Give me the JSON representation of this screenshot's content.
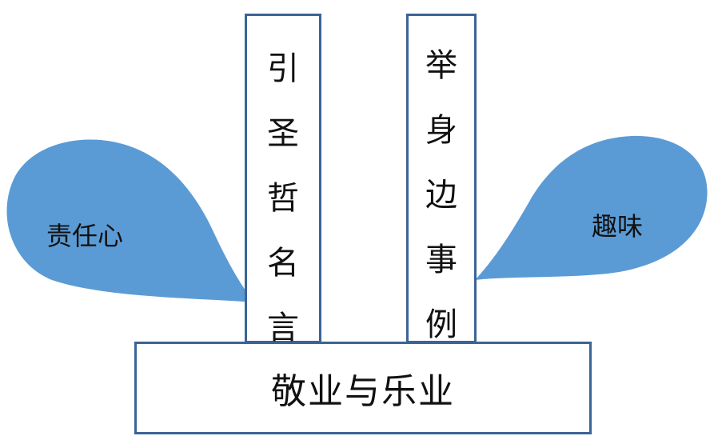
{
  "diagram": {
    "accent_color": "#5b9bd5",
    "border_color": "#3b6496",
    "left_pillar": {
      "chars": [
        "引",
        "圣",
        "哲",
        "名",
        "言"
      ]
    },
    "right_pillar": {
      "chars": [
        "举",
        "身",
        "边",
        "事",
        "例"
      ]
    },
    "base": {
      "label": "敬业与乐业"
    },
    "left_drop": {
      "label": "责任心"
    },
    "right_drop": {
      "label": "趣味"
    }
  }
}
